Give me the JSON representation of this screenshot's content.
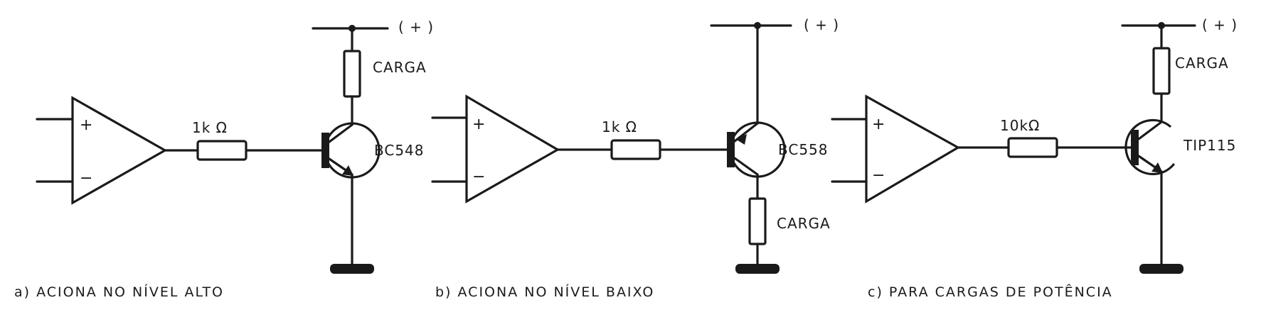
{
  "circuits": [
    {
      "caption": "a) ACIONA NO NÍVEL ALTO",
      "resistor": "1k Ω",
      "transistor": "BC548",
      "load": "CARGA",
      "supply": "( + )",
      "plus": "+",
      "minus": "−"
    },
    {
      "caption": "b) ACIONA NO NÍVEL BAIXO",
      "resistor": "1k Ω",
      "transistor": "BC558",
      "load": "CARGA",
      "supply": "( + )",
      "plus": "+",
      "minus": "−"
    },
    {
      "caption": "c) PARA CARGAS DE POTÊNCIA",
      "resistor": "10kΩ",
      "transistor": "TIP115",
      "load": "CARGA",
      "supply": "( + )",
      "plus": "+",
      "minus": "−"
    }
  ]
}
